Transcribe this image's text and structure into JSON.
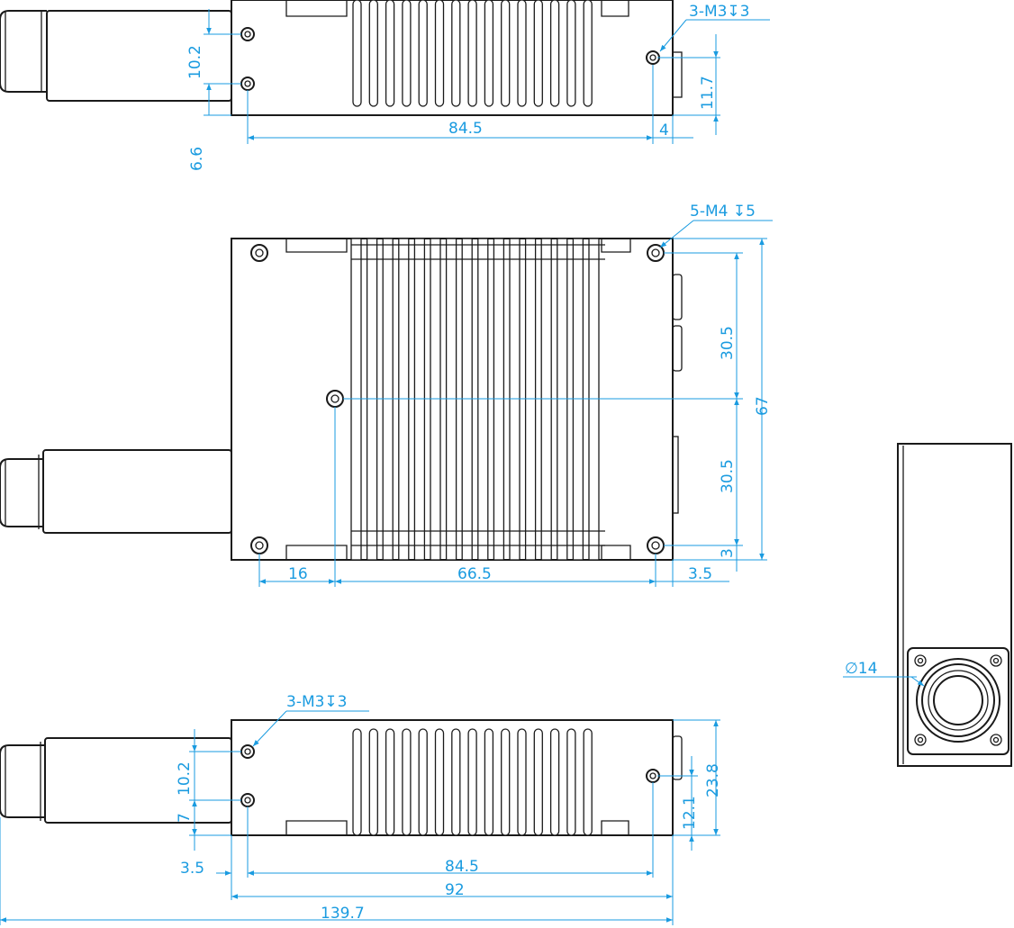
{
  "colors": {
    "outline": "#1a1a1a",
    "dimension": "#1a9be0",
    "background": "#ffffff"
  },
  "top_view": {
    "callout": "3-M3↧3",
    "dims": {
      "hole_pitch": "10.2",
      "hole_offset": "6.6",
      "hole_span": "84.5",
      "edge_offset": "4",
      "side_hole": "11.7"
    }
  },
  "plan_view": {
    "callout": "5-M4 ↧5",
    "dims": {
      "left": "16",
      "span": "66.5",
      "right": "3.5",
      "upper": "30.5",
      "lower": "30.5",
      "bottom": "3",
      "height": "67"
    }
  },
  "front_view": {
    "callout": "3-M3↧3",
    "dims": {
      "hole_pitch": "10.2",
      "hole_offset": "7",
      "left_offset": "3.5",
      "hole_span": "84.5",
      "body_length": "92",
      "total_length": "139.7",
      "side_hole": "12.1",
      "height": "23.8"
    }
  },
  "end_view": {
    "diameter": "∅14"
  }
}
